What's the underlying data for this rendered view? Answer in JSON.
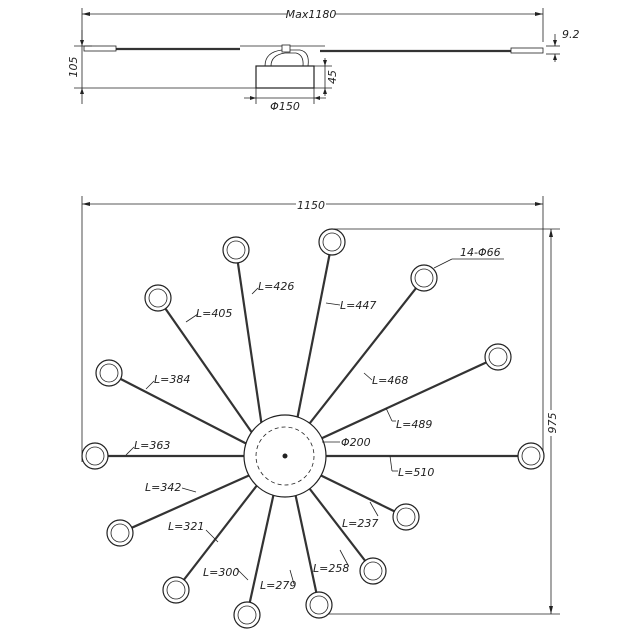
{
  "side_view": {
    "width_label": "Max1180",
    "thickness_label": "9.2",
    "height_label": "105",
    "base_height_label": "45",
    "base_diameter_label": "Φ150"
  },
  "top_view": {
    "width_label": "1150",
    "height_label": "975",
    "light_label": "14-Φ66",
    "center_label": "Φ200",
    "arm_labels": [
      "L=426",
      "L=447",
      "L=405",
      "L=468",
      "L=384",
      "L=489",
      "L=363",
      "L=510",
      "L=342",
      "L=237",
      "L=321",
      "L=258",
      "L=300",
      "L=279"
    ]
  }
}
